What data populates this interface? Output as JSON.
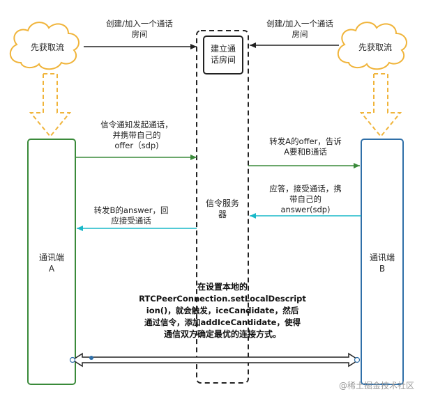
{
  "colors": {
    "cloud_stroke": "#f0b43a",
    "dashed_arrow": "#f0b43a",
    "arrow_black": "#222222",
    "arrow_green": "#3a8a3a",
    "arrow_cyan": "#19b8c8",
    "client_a_border": "#3a8a3a",
    "client_b_border": "#2f6fa8",
    "server_border": "#222222"
  },
  "icons": {
    "cloud_left": "cloud-shape",
    "cloud_right": "cloud-shape"
  },
  "clouds": {
    "left": "先获取流",
    "right": "先获取流"
  },
  "room_box": {
    "line1": "建立通",
    "line2": "话房间"
  },
  "server_label": {
    "line1": "信令服务",
    "line2": "器"
  },
  "client_a": {
    "line1": "通讯端",
    "line2": "A"
  },
  "client_b": {
    "line1": "通讯端",
    "line2": "B"
  },
  "messages": {
    "create_left": {
      "line1": "创建/加入一个通话",
      "line2": "房间"
    },
    "create_right": {
      "line1": "创建/加入一个通话",
      "line2": "房间"
    },
    "offer_a": {
      "line1": "信令通知发起通话，",
      "line2": "并携带自己的",
      "line3": "offer（sdp)"
    },
    "forward_offer": {
      "line1": "转发A的offer，告诉",
      "line2": "A要和B通话"
    },
    "answer_b": {
      "line1": "应答，接受通话，携",
      "line2": "带自己的",
      "line3": "answer(sdp)"
    },
    "forward_answer": {
      "line1": "转发B的answer，回",
      "line2": "应接受通话"
    }
  },
  "ice_note": {
    "line1": "在设置本地的",
    "line2": "RTCPeerConnection.setLocalDescript",
    "line3": "ion()，就会触发，iceCandidate，然后",
    "line4": "通过信令，添加addIceCandidate，使得",
    "line5": "通信双方确定最优的连接方式。"
  },
  "watermark": "@稀土掘金技术社区"
}
